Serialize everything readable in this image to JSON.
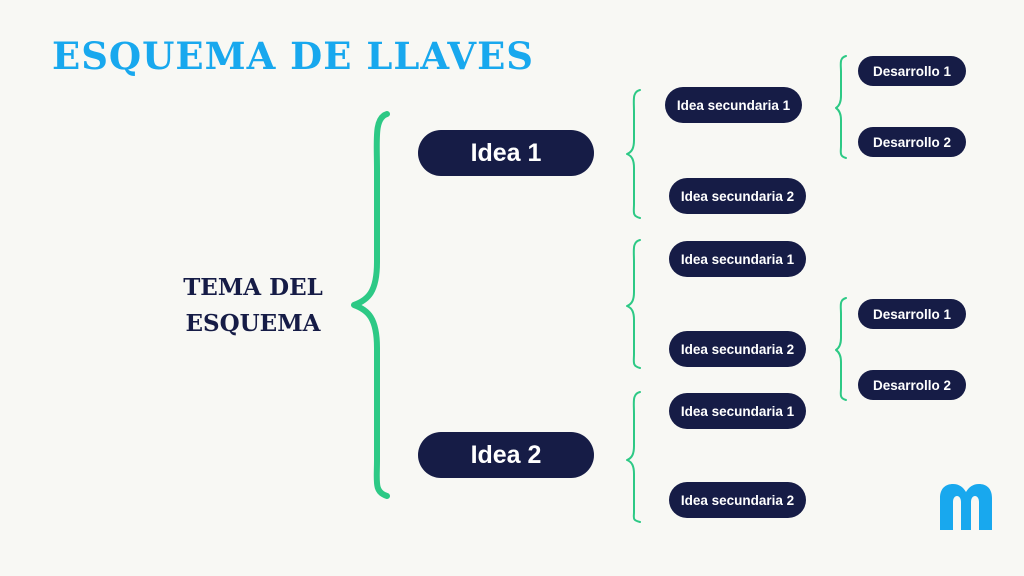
{
  "title": "ESQUEMA DE LLAVES",
  "topic": {
    "line1": "TEMA DEL",
    "line2": "ESQUEMA"
  },
  "ideas": [
    {
      "label": "Idea 1",
      "secondary": [
        {
          "label": "Idea secundaria 1",
          "developments": [
            "Desarrollo 1",
            "Desarrollo 2"
          ]
        },
        {
          "label": "Idea secundaria 2",
          "developments": []
        }
      ]
    },
    {
      "label": "Idea 2",
      "secondary": [
        {
          "label": "Idea secundaria 1",
          "developments": []
        },
        {
          "label": "Idea secundaria 2",
          "developments": [
            "Desarrollo 1",
            "Desarrollo 2"
          ]
        }
      ]
    },
    {
      "label": "",
      "secondary": [
        {
          "label": "Idea secundaria 1",
          "developments": []
        },
        {
          "label": "Idea secundaria 2",
          "developments": []
        }
      ]
    }
  ],
  "colors": {
    "background": "#f8f8f4",
    "title": "#18a8ee",
    "navy": "#161c46",
    "brace": "#2dc985",
    "logo": "#18a8ee"
  },
  "logo": {
    "icon": "m-logo-icon"
  }
}
